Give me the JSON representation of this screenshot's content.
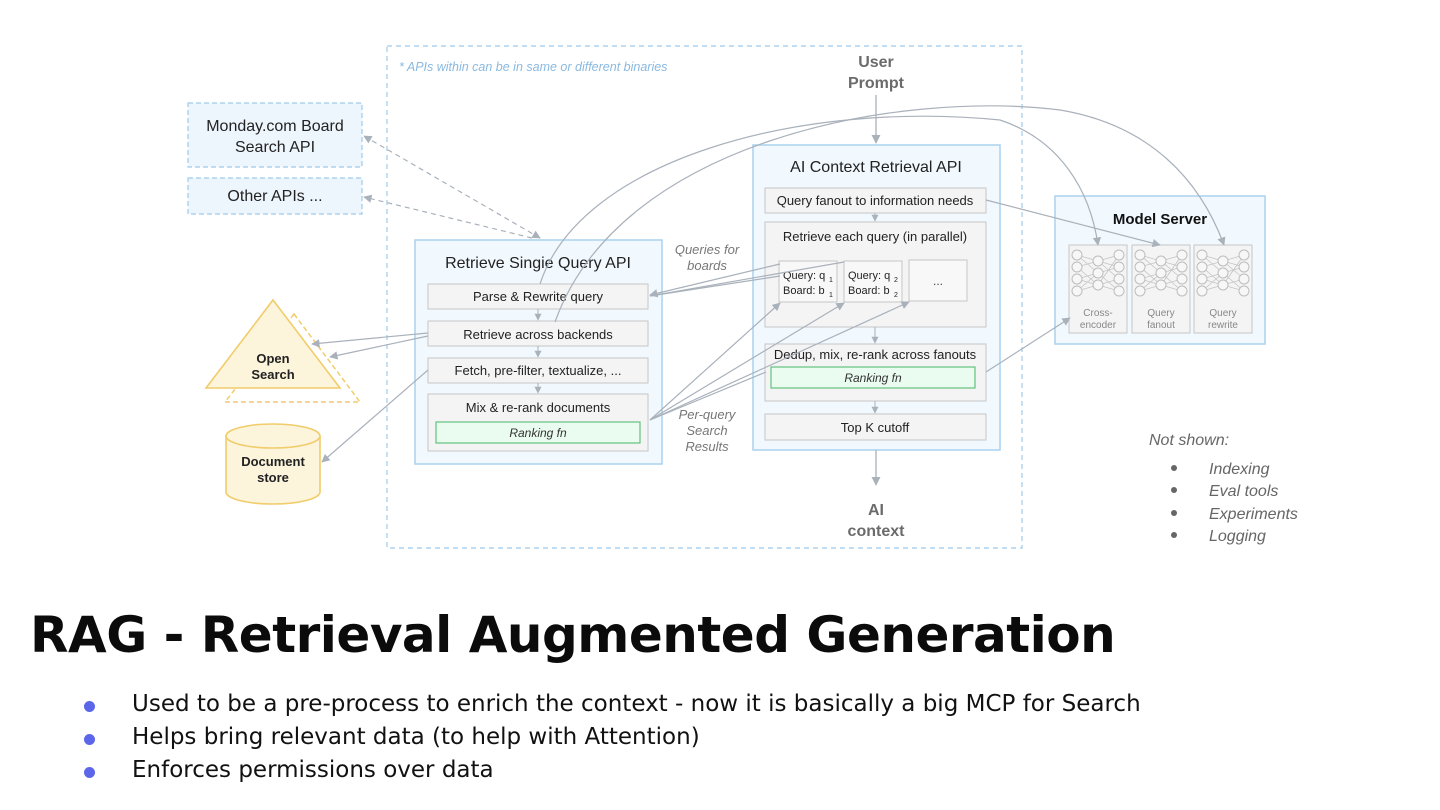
{
  "diagram": {
    "boundary_note": "* APIs within can be in same or different binaries",
    "user_prompt": [
      "User",
      "Prompt"
    ],
    "ai_context": [
      "AI",
      "context"
    ],
    "external_apis": [
      {
        "lines": [
          "Monday.com Board",
          "Search API"
        ]
      },
      {
        "lines": [
          "Other APIs ..."
        ]
      }
    ],
    "backends": {
      "open_search": [
        "Open",
        "Search"
      ],
      "document_store": [
        "Document",
        "store"
      ]
    },
    "single_query_api": {
      "title": "Retrieve Singie Query API",
      "steps": [
        "Parse & Rewrite query",
        "Retrieve across backends",
        "Fetch, pre-filter, textualize, ...",
        "Mix & re-rank documents"
      ],
      "ranking_fn": "Ranking fn"
    },
    "edge_labels": {
      "queries_for_boards": [
        "Queries for",
        "boards"
      ],
      "per_query_results": [
        "Per-query",
        "Search",
        "Results"
      ]
    },
    "context_api": {
      "title": "AI Context Retrieval API",
      "fanout": "Query fanout to information needs",
      "retrieve_parallel": "Retrieve each query (in parallel)",
      "queries": [
        {
          "query": "Query: q",
          "query_sub": "1",
          "board": "Board: b",
          "board_sub": "1"
        },
        {
          "query": "Query: q",
          "query_sub": "2",
          "board": "Board: b",
          "board_sub": "2"
        }
      ],
      "more": "...",
      "dedup": "Dedup, mix, re-rank across fanouts",
      "ranking_fn": "Ranking fn",
      "top_k": "Top K cutoff"
    },
    "model_server": {
      "title": "Model Server",
      "models": [
        {
          "lines": [
            "Cross-",
            "encoder"
          ]
        },
        {
          "lines": [
            "Query",
            "fanout"
          ]
        },
        {
          "lines": [
            "Query",
            "rewrite"
          ]
        }
      ]
    },
    "not_shown": {
      "heading": "Not shown:",
      "items": [
        "Indexing",
        "Eval tools",
        "Experiments",
        "Logging"
      ]
    },
    "colors": {
      "api_border": "#a9d2ef",
      "api_fill": "#f1f8fe",
      "step_border": "#c6c6c6",
      "step_fill": "#f4f4f4",
      "ranking_border": "#63c27e",
      "ranking_fill": "#eafbef",
      "backend_stroke": "#f0cc6a",
      "backend_fill": "#fdf4dc",
      "arrow": "#a9b1bb",
      "dashed_boundary": "#9fcbe9",
      "note_text": "#8ab9e0"
    }
  },
  "slide": {
    "title": "RAG - Retrieval Augmented Generation",
    "bullets": [
      "Used to be a pre-process to enrich the context - now it is basically a big MCP for Search",
      "Helps bring relevant data (to help with Attention)",
      "Enforces permissions over data"
    ],
    "bullet_color": "#5b67e8"
  }
}
